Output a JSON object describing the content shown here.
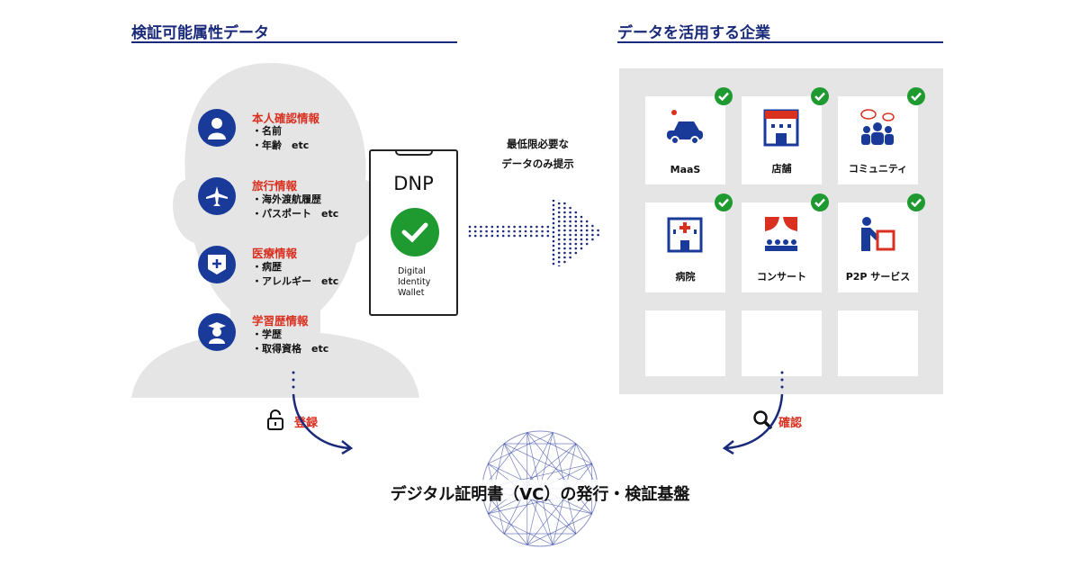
{
  "left": {
    "title": "検証可能属性データ",
    "categories": [
      {
        "heading": "本人確認情報",
        "items": [
          "・名前",
          "・年齢　etc"
        ],
        "icon": "person-icon"
      },
      {
        "heading": "旅行情報",
        "items": [
          "・海外渡航履歴",
          "・パスポート　etc"
        ],
        "icon": "airplane-icon"
      },
      {
        "heading": "医療情報",
        "items": [
          "・病歴",
          "・アレルギー　etc"
        ],
        "icon": "medical-shield-icon"
      },
      {
        "heading": "学習歴情報",
        "items": [
          "・学歴",
          "・取得資格　etc"
        ],
        "icon": "graduate-icon"
      }
    ],
    "register_label": "登録"
  },
  "wallet": {
    "brand": "DNP",
    "line1": "Digital",
    "line2": "Identity",
    "line3": "Wallet"
  },
  "arrow": {
    "line1": "最低限必要な",
    "line2": "データのみ提示"
  },
  "right": {
    "title": "データを活用する企業",
    "services": [
      "MaaS",
      "店舗",
      "コミュニティ",
      "病院",
      "コンサート",
      "P2P サービス"
    ],
    "confirm_label": "確認"
  },
  "bottom": {
    "platform": "デジタル証明書（VC）の発行・検証基盤"
  },
  "colors": {
    "navy": "#1a2a7a",
    "blue": "#1a3a9a",
    "red": "#d93020",
    "green": "#1e9a30",
    "gray": "#e5e5e5"
  }
}
